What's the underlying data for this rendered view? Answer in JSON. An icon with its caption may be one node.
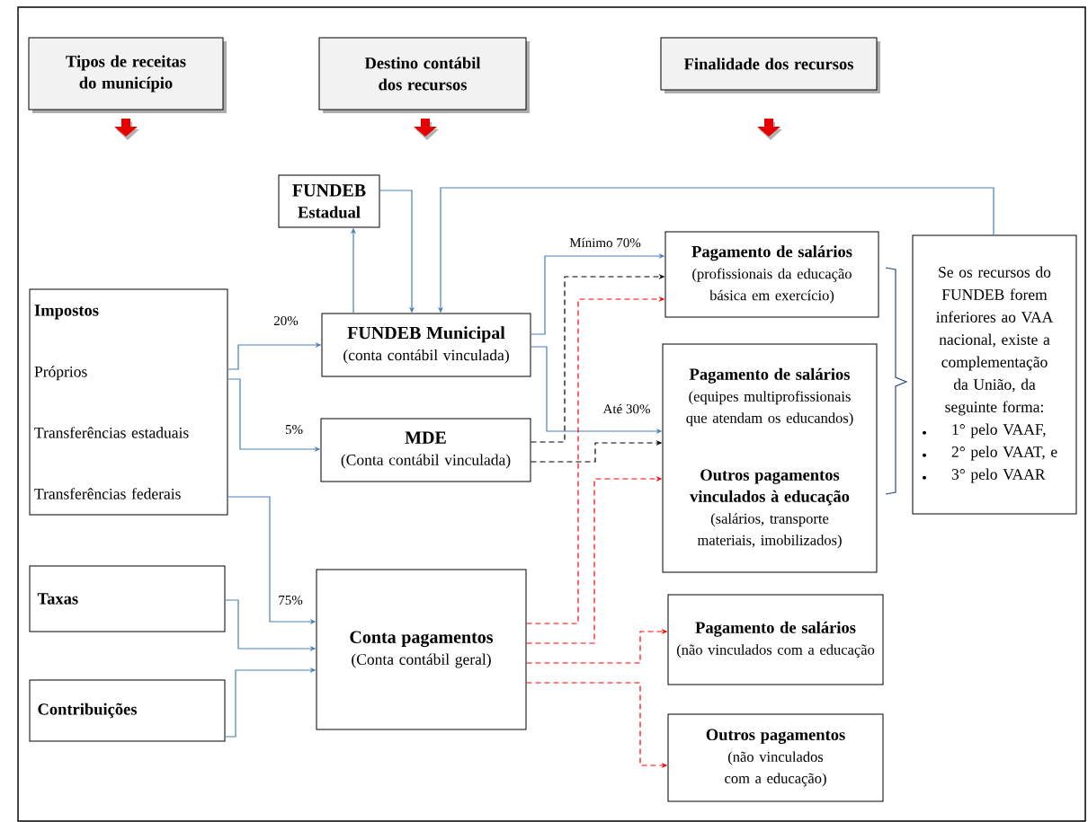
{
  "diagram": {
    "nodes": [
      {
        "text": [
          "Tipos de receitas do município"
        ]
      },
      {
        "text": [
          "Destino contábil dos recursos"
        ]
      },
      {
        "text": [
          "Finalidade dos recursos"
        ]
      },
      {
        "text": [
          "FUNDEB",
          "Estadual"
        ]
      },
      {
        "text": [
          "Impostos",
          "Próprios",
          "Transferências estaduais",
          "Transferências federais"
        ]
      },
      {
        "text": [
          "FUNDEB Municipal",
          "(conta contábil vinculada)"
        ]
      },
      {
        "text": [
          "MDE",
          "(Conta contábil vinculada)"
        ]
      },
      {
        "text": [
          "Taxas"
        ]
      },
      {
        "text": [
          "Contribuições"
        ]
      },
      {
        "text": [
          "Conta pagamentos",
          "(Conta contábil geral)"
        ]
      },
      {
        "text": [
          "Pagamento de salários",
          "(profissionais da educação básica em exercício)"
        ]
      },
      {
        "text": [
          "Pagamento de salários",
          "(equipes multiprofissionais que atendam os educandos)",
          "Outros pagamentos vinculados à educação",
          "(salários, transporte materiais, imobilizados)"
        ]
      },
      {
        "text": [
          "Se os recursos do FUNDEB forem inferiores ao VAA nacional, existe a complementação da União, da seguinte forma:",
          "1° pelo VAAF,",
          "2° pelo VAAT, e",
          "3° pelo VAAR"
        ]
      },
      {
        "text": [
          "Pagamento de salários",
          "(não vinculados com a educação"
        ]
      },
      {
        "text": [
          "Outros pagamentos",
          "(não vinculados com a educação)"
        ]
      }
    ],
    "edges": [
      {
        "from": 4,
        "to": 5,
        "arrow": "to",
        "label": "20%"
      },
      {
        "from": 4,
        "to": 6,
        "arrow": "to",
        "label": "5%"
      },
      {
        "from": 4,
        "to": 9,
        "arrow": "to",
        "label": "75%"
      },
      {
        "from": 7,
        "to": 9,
        "arrow": "to"
      },
      {
        "from": 8,
        "to": 9,
        "arrow": "to"
      },
      {
        "from": 5,
        "to": 3,
        "arrow": "to"
      },
      {
        "from": 3,
        "to": 5,
        "arrow": "to"
      },
      {
        "from": 12,
        "to": 5,
        "arrow": "to"
      },
      {
        "from": 5,
        "to": 10,
        "arrow": "to",
        "label": "Mínimo  70%"
      },
      {
        "from": 5,
        "to": 11,
        "arrow": "to",
        "label": "Até 30%"
      },
      {
        "from": 6,
        "to": 10,
        "arrow": "to",
        "style": "dashed",
        "color": "#000000"
      },
      {
        "from": 6,
        "to": 11,
        "arrow": "to",
        "style": "dashed",
        "color": "#000000"
      },
      {
        "from": 9,
        "to": 10,
        "arrow": "to",
        "style": "dashed",
        "color": "#ff0000"
      },
      {
        "from": 9,
        "to": 11,
        "arrow": "to",
        "style": "dashed",
        "color": "#ff0000"
      },
      {
        "from": 9,
        "to": 13,
        "arrow": "to",
        "style": "dashed",
        "color": "#ff0000"
      },
      {
        "from": 9,
        "to": 14,
        "arrow": "to",
        "style": "dashed",
        "color": "#ff0000"
      }
    ]
  }
}
